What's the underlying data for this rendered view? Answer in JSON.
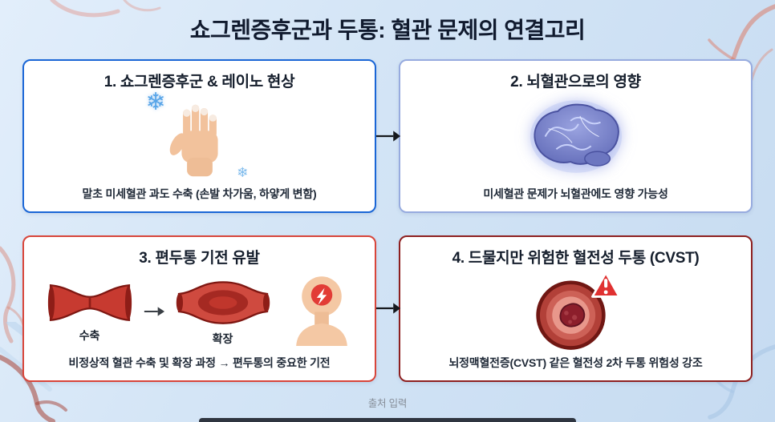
{
  "header": {
    "title": "쇼그렌증후군과 두통: 혈관 문제의 연결고리"
  },
  "boxes": [
    {
      "title": "1. 쇼그렌증후군 & 레이노 현상",
      "caption": "말초 미세혈관 과도 수축 (손발 차가움, 하얗게 변함)",
      "border_color": "#1a66d6",
      "icon": "cold-hand-snowflakes-icon",
      "snowflake_glyph": "❄"
    },
    {
      "title": "2. 뇌혈관으로의 영향",
      "caption": "미세혈관 문제가 뇌혈관에도 영향 가능성",
      "border_color": "#97abdf",
      "icon": "brain-icon"
    },
    {
      "title": "3. 편두통 기전 유발",
      "caption": "비정상적 혈관 수축 및 확장 과정 → 편두통의 중요한 기전",
      "border_color": "#d8453a",
      "icon": "vessel-constriction-dilation-icon",
      "vessel_labels": {
        "constriction": "수축",
        "dilation": "확장"
      }
    },
    {
      "title": "4. 드물지만 위험한 혈전성 두통 (CVST)",
      "caption": "뇌정맥혈전증(CVST) 같은 혈전성 2차 두통 위험성 강조",
      "border_color": "#8e2020",
      "icon": "thrombosis-warning-icon"
    }
  ],
  "footer": {
    "source_placeholder": "출처 입력"
  },
  "colors": {
    "background_top": "#e2eefb",
    "background_bottom": "#c6dbf1",
    "title_text": "#101a2e",
    "box_bg": "#ffffff",
    "arrow": "#15181d"
  }
}
